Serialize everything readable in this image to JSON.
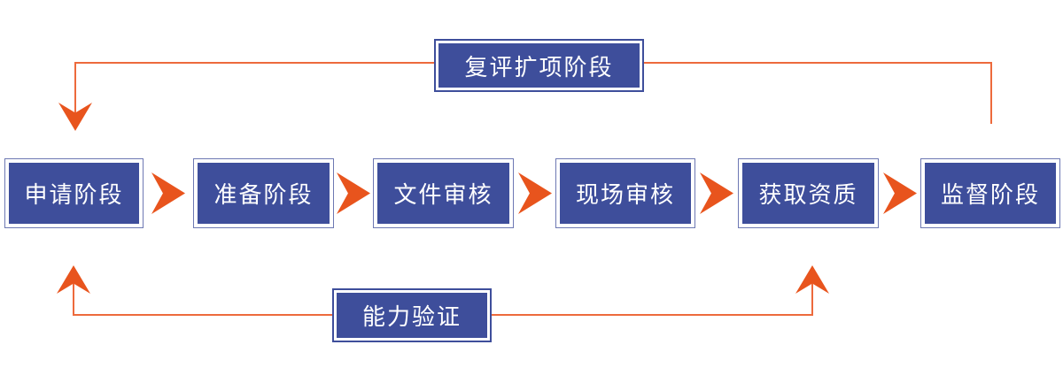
{
  "diagram": {
    "title": "qualification-accreditation-process-flow",
    "stages": [
      {
        "label": "申请阶段"
      },
      {
        "label": "准备阶段"
      },
      {
        "label": "文件审核"
      },
      {
        "label": "现场审核"
      },
      {
        "label": "获取资质"
      },
      {
        "label": "监督阶段"
      }
    ],
    "feedback_top": {
      "label": "复评扩项阶段"
    },
    "feedback_bottom": {
      "label": "能力验证"
    }
  },
  "colors": {
    "box_fill": "#3E4E9B",
    "box_border": "#6D78B3",
    "arrow_orange": "#E8541D",
    "line_orange": "#ED6A3C",
    "text": "#FFFFFF"
  }
}
